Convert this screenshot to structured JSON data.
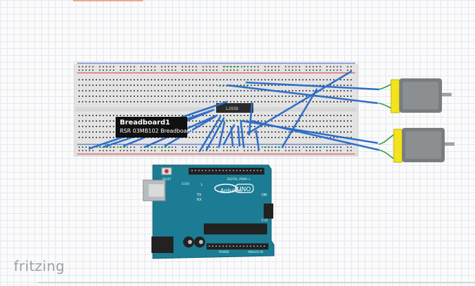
{
  "breadboard": {
    "name": "Breadboard1",
    "part": "RSR 03MB102 Breadboard"
  },
  "chip": {
    "label": "L293D"
  },
  "arduino": {
    "logo": "UNO",
    "brand": "Arduino",
    "labels": {
      "reset": "RESET",
      "icsp": "ICSP",
      "icsp2": "ICSP2",
      "digital": "DIGITAL (PWM~)",
      "l": "L",
      "tx": "TX",
      "rx": "RX",
      "on": "ON",
      "power": "POWER",
      "analog_in": "ANALOG IN"
    }
  },
  "app": {
    "logo": "fritzing"
  },
  "colors": {
    "wire": "#2e6fc7",
    "board": "#1c7c94",
    "breadboard": "#e6e6e6",
    "rail_red": "#d33",
    "rail_blue": "#3355cc",
    "motor_body": "#7a7d7f",
    "motor_cap": "#f2e31c",
    "lead_green": "#2e9e3a"
  }
}
